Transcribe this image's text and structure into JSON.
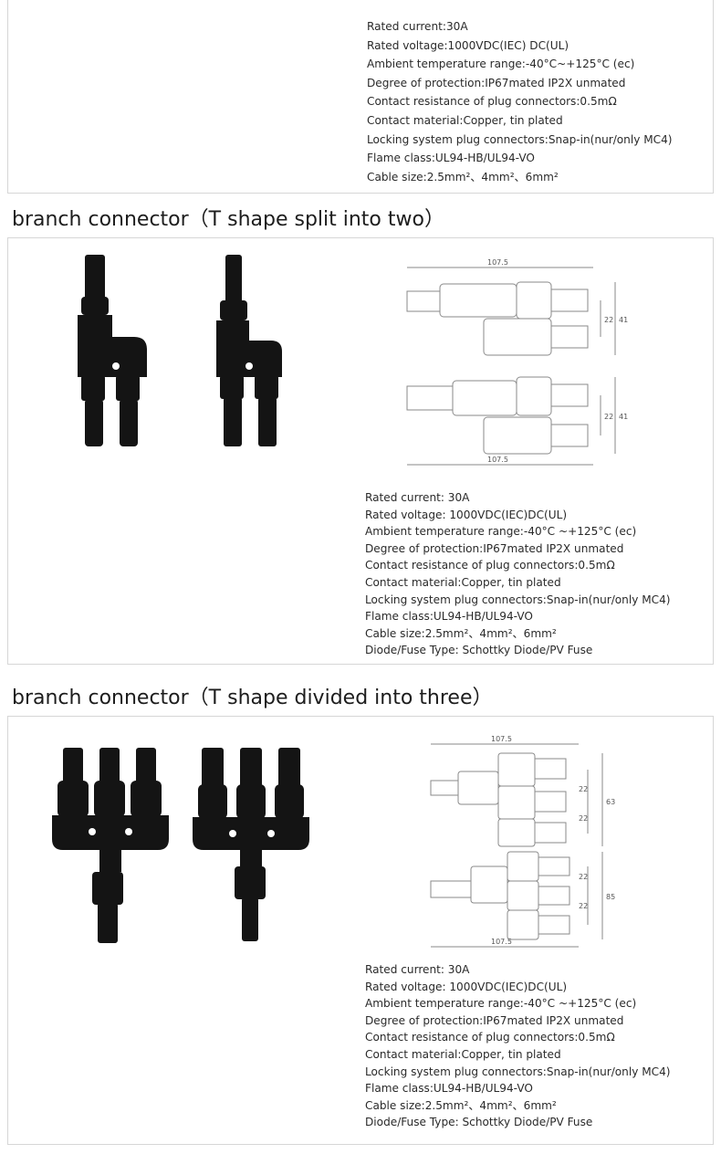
{
  "top_card": {
    "specs": [
      "Rated current:30A",
      "Rated voltage:1000VDC(IEC) DC(UL)",
      "Ambient temperature range:-40°C~+125°C (ec)",
      "Degree of protection:IP67mated IP2X unmated",
      "Contact resistance of plug connectors:0.5mΩ",
      "Contact material:Copper, tin plated",
      "Locking system plug connectors:Snap-in(nur/only MC4)",
      "Flame class:UL94-HB/UL94-VO",
      "Cable size:2.5mm²、4mm²、6mm²"
    ]
  },
  "section_two": {
    "heading": "branch connector（T shape split into two）",
    "drawing_labels": {
      "width_top": "107.5",
      "pitch_top": "22",
      "height_top": "41",
      "width_bottom": "107.5",
      "pitch_bottom": "22",
      "height_bottom": "41"
    },
    "specs": [
      "Rated current: 30A",
      "Rated voltage: 1000VDC(IEC)DC(UL)",
      "Ambient temperature range:-40°C ~+125°C (ec)",
      "Degree of protection:IP67mated IP2X unmated",
      "Contact resistance of plug connectors:0.5mΩ",
      "Contact material:Copper, tin plated",
      "Locking system plug connectors:Snap-in(nur/only MC4)",
      "Flame class:UL94-HB/UL94-VO",
      "Cable size:2.5mm²、4mm²、6mm²",
      "Diode/Fuse Type:  Schottky Diode/PV Fuse"
    ]
  },
  "section_three": {
    "heading": "branch connector（T shape divided into three）",
    "drawing_labels": {
      "width_top": "107.5",
      "pitch_top_1": "22",
      "pitch_top_2": "22",
      "height_top": "63",
      "width_bottom": "107.5",
      "pitch_bottom_1": "22",
      "pitch_bottom_2": "22",
      "height_bottom": "85"
    },
    "specs": [
      "Rated current: 30A",
      "Rated voltage: 1000VDC(IEC)DC(UL)",
      "Ambient temperature range:-40°C ~+125°C (ec)",
      "Degree of protection:IP67mated IP2X unmated",
      "Contact resistance of plug connectors:0.5mΩ",
      "Contact material:Copper, tin plated",
      "Locking system plug connectors:Snap-in(nur/only MC4)",
      "Flame class:UL94-HB/UL94-VO",
      "Cable size:2.5mm²、4mm²、6mm²",
      "Diode/Fuse Type:  Schottky Diode/PV Fuse"
    ]
  },
  "colors": {
    "connector": "#141414",
    "line": "#8a8a8a",
    "border": "#d6d6d6"
  },
  "icons": [
    "y-connector-2-way-image",
    "y-connector-3-way-image",
    "dimension-drawing"
  ]
}
